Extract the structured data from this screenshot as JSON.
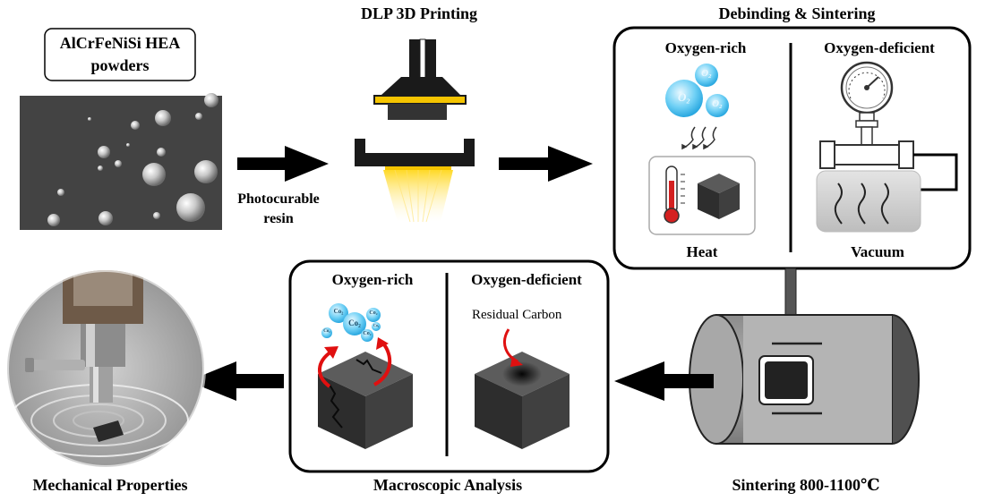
{
  "powder": {
    "label_line1": "AlCrFeNiSi HEA",
    "label_line2": "powders"
  },
  "printing": {
    "title": "DLP 3D Printing",
    "resin_line1": "Photocurable",
    "resin_line2": "resin"
  },
  "debinding": {
    "title": "Debinding & Sintering",
    "left_title": "Oxygen-rich",
    "right_title": "Oxygen-deficient",
    "left_caption": "Heat",
    "right_caption": "Vacuum",
    "bubble_labels": [
      "O₂",
      "O₂",
      "O₂"
    ]
  },
  "sintering": {
    "caption": "Sintering 800-1100℃"
  },
  "macroscopic": {
    "caption": "Macroscopic Analysis",
    "left_title": "Oxygen-rich",
    "right_title": "Oxygen-deficient",
    "residual_label": "Residual Carbon",
    "co2_labels": [
      "Co₂",
      "Co₂",
      "Co₂",
      "Co₂",
      "Co₂",
      "Co₂"
    ]
  },
  "mechanical": {
    "caption": "Mechanical Properties"
  },
  "colors": {
    "accent_yellow": "#f5c400",
    "bubble_blue": "#5ec8f0",
    "arrow_red": "#e01010",
    "thermo_red": "#d42020",
    "cube_dark": "#3a3a3a"
  }
}
